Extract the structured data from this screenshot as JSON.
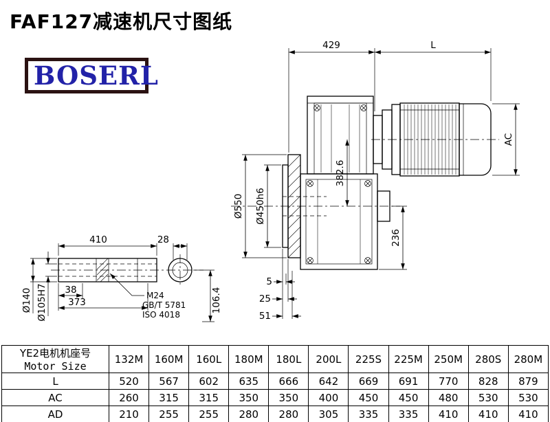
{
  "page": {
    "title": "FAF127减速机尺寸图纸",
    "logo_text": "BOSERL"
  },
  "drawing": {
    "top_dim_left": "429",
    "top_dim_right": "L",
    "dim_ac": "AC",
    "dim_3826": "382.6",
    "dim_d550": "Ø550",
    "dim_d450h6": "Ø450h6",
    "dim_236": "236",
    "dim_5": "5",
    "dim_25": "25",
    "dim_51": "51"
  },
  "shaft_detail": {
    "dim_410": "410",
    "dim_28": "28",
    "dim_d140": "Ø140",
    "dim_d105h7": "Ø105H7",
    "dim_38": "38",
    "dim_373": "373",
    "note_m24": "M24",
    "note_gbt": "GB/T 5781",
    "note_iso": "ISO 4018",
    "dim_1064": "106.4"
  },
  "table": {
    "header_line1": "YE2电机机座号",
    "header_line2": "Motor Size",
    "motor_sizes": [
      "132M",
      "160M",
      "160L",
      "180M",
      "180L",
      "200L",
      "225S",
      "225M",
      "250M",
      "280S",
      "280M"
    ],
    "rows": [
      {
        "label": "L",
        "values": [
          "520",
          "567",
          "602",
          "635",
          "666",
          "642",
          "669",
          "691",
          "770",
          "828",
          "879"
        ]
      },
      {
        "label": "AC",
        "values": [
          "260",
          "315",
          "315",
          "350",
          "350",
          "400",
          "450",
          "450",
          "480",
          "530",
          "530"
        ]
      },
      {
        "label": "AD",
        "values": [
          "210",
          "255",
          "255",
          "280",
          "280",
          "305",
          "335",
          "335",
          "410",
          "410",
          "410"
        ]
      }
    ]
  }
}
